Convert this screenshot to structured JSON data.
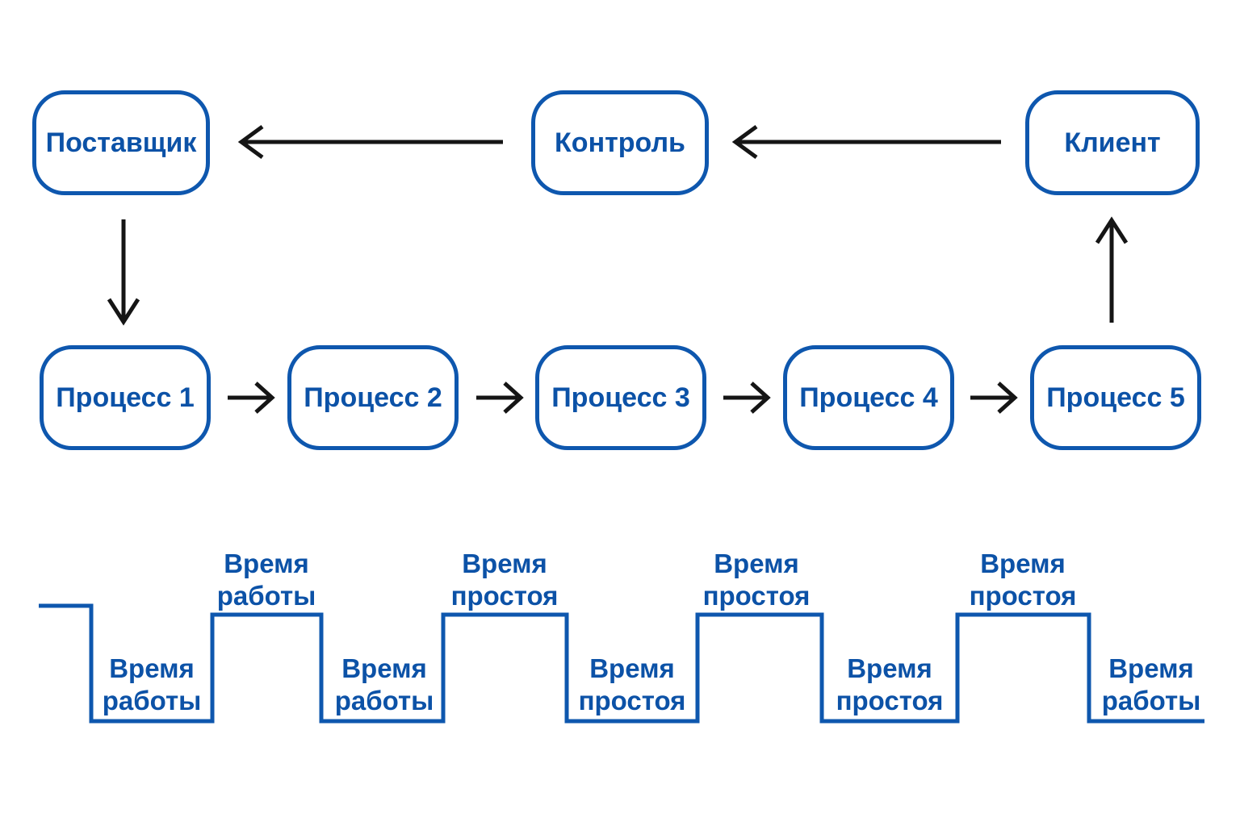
{
  "colors": {
    "node_text": "#0C52A7",
    "node_border": "#0E57AE",
    "timeline_stroke": "#0E57AE",
    "arrow": "#151515",
    "background": "#FFFFFF"
  },
  "flow": {
    "top_nodes": [
      {
        "id": "supplier",
        "label": "Поставщик"
      },
      {
        "id": "control",
        "label": "Контроль"
      },
      {
        "id": "client",
        "label": "Клиент"
      }
    ],
    "process_nodes": [
      {
        "id": "process-1",
        "label": "Процесс 1"
      },
      {
        "id": "process-2",
        "label": "Процесс 2"
      },
      {
        "id": "process-3",
        "label": "Процесс 3"
      },
      {
        "id": "process-4",
        "label": "Процесс 4"
      },
      {
        "id": "process-5",
        "label": "Процесс 5"
      }
    ],
    "connections": [
      "Клиент → Контроль",
      "Контроль → Поставщик",
      "Поставщик → Процесс 1",
      "Процесс 1 → Процесс 2",
      "Процесс 2 → Процесс 3",
      "Процесс 3 → Процесс 4",
      "Процесс 4 → Процесс 5",
      "Процесс 5 → Клиент"
    ]
  },
  "timeline": {
    "labels": [
      {
        "line1": "Время",
        "line2": "работы",
        "zone": "trough"
      },
      {
        "line1": "Время",
        "line2": "работы",
        "zone": "peak"
      },
      {
        "line1": "Время",
        "line2": "работы",
        "zone": "trough"
      },
      {
        "line1": "Время",
        "line2": "простоя",
        "zone": "peak"
      },
      {
        "line1": "Время",
        "line2": "простоя",
        "zone": "trough"
      },
      {
        "line1": "Время",
        "line2": "простоя",
        "zone": "peak"
      },
      {
        "line1": "Время",
        "line2": "простоя",
        "zone": "trough"
      },
      {
        "line1": "Время",
        "line2": "простоя",
        "zone": "peak"
      },
      {
        "line1": "Время",
        "line2": "работы",
        "zone": "trough"
      }
    ]
  }
}
